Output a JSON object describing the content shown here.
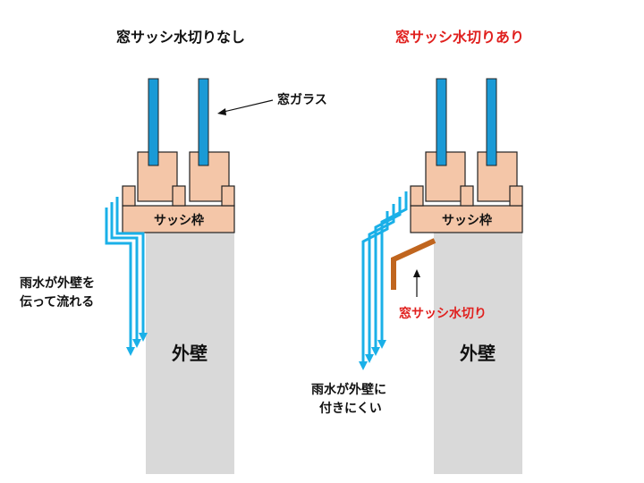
{
  "left": {
    "title": "窓サッシ水切りなし",
    "glass_label": "窓ガラス",
    "frame_label": "サッシ枠",
    "wall_label": "外壁",
    "rain_note_line1": "雨水が外壁を",
    "rain_note_line2": "伝って流れる"
  },
  "right": {
    "title": "窓サッシ水切りあり",
    "frame_label": "サッシ枠",
    "wall_label": "外壁",
    "drip_label": "窓サッシ水切り",
    "rain_note_line1": "雨水が外壁に",
    "rain_note_line2": "付きにくい"
  },
  "colors": {
    "glass": "#1a9ad6",
    "frame_fill": "#f4c6a8",
    "frame_stroke": "#222222",
    "wall": "#d9d9d9",
    "water": "#1ab0e8",
    "drip_edge": "#c0651e",
    "accent_red": "#e0201e",
    "text": "#111111"
  }
}
